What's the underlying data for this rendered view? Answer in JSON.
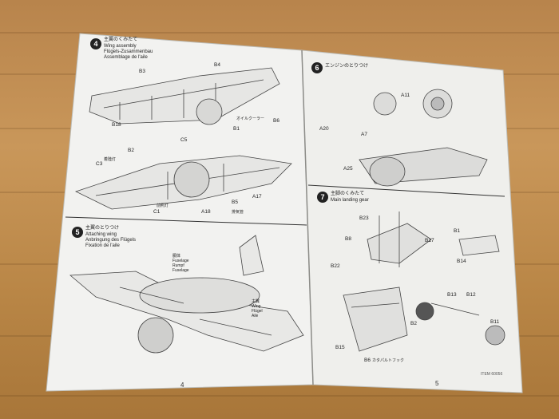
{
  "left_page": {
    "step4": {
      "number": "4",
      "title_jp": "主翼のくみたて",
      "title_en": "Wing assembly",
      "title_de": "Flügels-Zusammenbau",
      "title_fr": "Assemblage de l'aile",
      "parts": [
        "B3",
        "B4",
        "B18",
        "B2",
        "C5",
        "C3",
        "C1",
        "A18",
        "B5",
        "A17",
        "B1",
        "B6"
      ],
      "callouts": [
        "オイルクーラー",
        "着陸灯",
        "前照灯",
        "排気管"
      ]
    },
    "step5": {
      "number": "5",
      "title_jp": "主翼のとりつけ",
      "title_en": "Attaching wing",
      "title_de": "Anbringung des Flügels",
      "title_fr": "Fixation de l'aile",
      "callout_fuselage": "胴体\nFuselage\nRumpf\nFuselage",
      "callout_wing": "主翼\nWing\nFlügel\nAile"
    },
    "page_number": "4"
  },
  "right_page": {
    "step6": {
      "number": "6",
      "title_jp": "エンジンのとりつけ",
      "parts": [
        "A11",
        "A20",
        "A25",
        "A7"
      ]
    },
    "step7": {
      "number": "7",
      "title_jp": "主脚のくみたて",
      "title_en": "Main landing gear",
      "parts": [
        "B23",
        "B8",
        "B17",
        "B22",
        "B15",
        "B13",
        "B12",
        "B11",
        "B14",
        "B2",
        "B6",
        "B1"
      ],
      "callout_hook": "カタパルトフック"
    },
    "page_number": "5",
    "item_number": "ITEM 60056"
  },
  "colors": {
    "table": "#c08c4f",
    "paper": "#f2f2f0",
    "ink": "#222222"
  }
}
